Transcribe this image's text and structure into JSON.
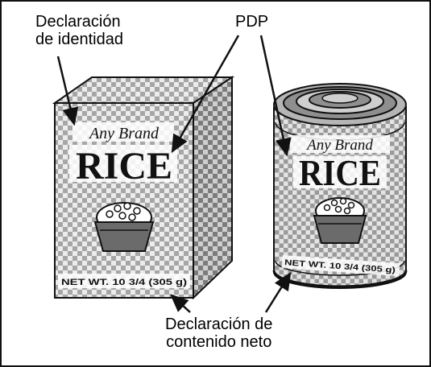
{
  "labels": {
    "identity_line1": "Declaración",
    "identity_line2": "de identidad",
    "pdp": "PDP",
    "net_line1": "Declaración de",
    "net_line2": "contenido neto"
  },
  "box": {
    "brand": "Any Brand",
    "product": "RICE",
    "net_weight": "NET WT. 10 3/4 (305 g)"
  },
  "can": {
    "brand": "Any Brand",
    "product": "RICE",
    "net_weight": "NET WT. 10 3/4 (305 g)"
  },
  "colors": {
    "ink": "#111111",
    "check_light": "#ececec",
    "check_dark": "#9a9a9a"
  }
}
